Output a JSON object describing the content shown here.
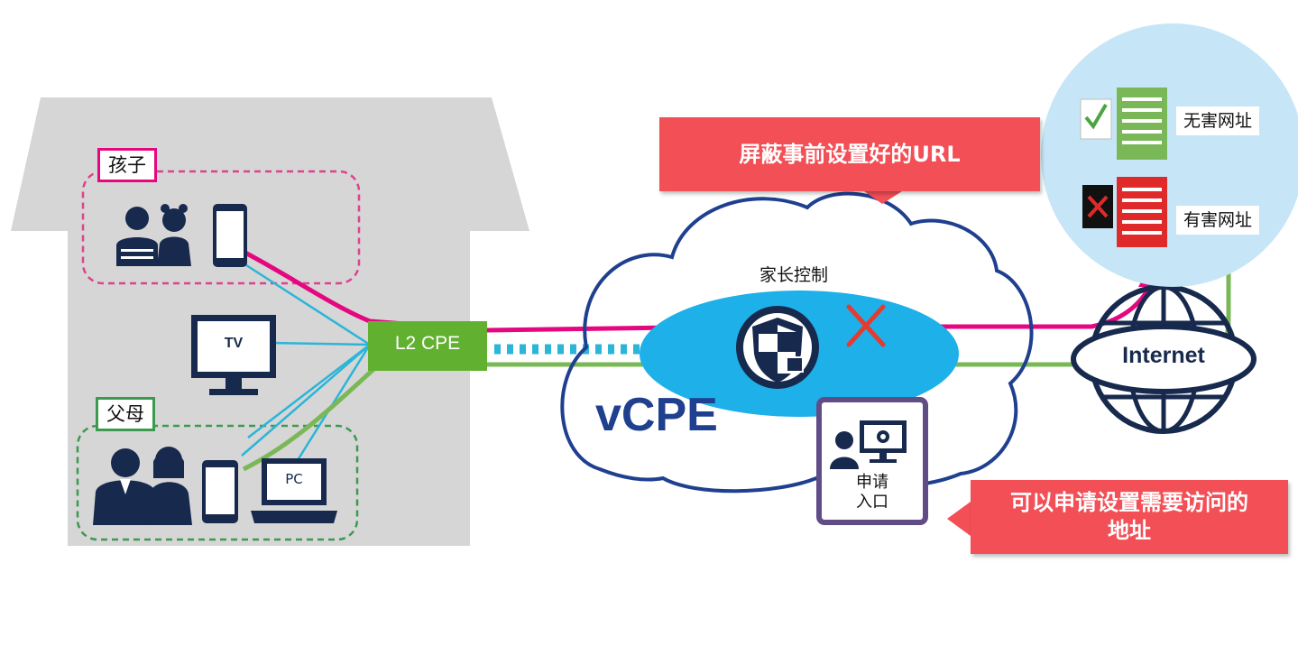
{
  "colors": {
    "house": "#d6d6d6",
    "child_line": "#e5077f",
    "parent_line": "#7ab857",
    "device_line": "#2bb5d8",
    "cpe_box": "#62b030",
    "cloud_outline": "#1f3f8f",
    "control_ellipse": "#1eb0e9",
    "callout": "#f24f56",
    "internet_bubble": "#c6e6f7",
    "dark_icon": "#17294d",
    "portal_frame": "#604c86"
  },
  "groups": {
    "child": {
      "label": "孩子"
    },
    "parent": {
      "label": "父母"
    }
  },
  "devices": {
    "tv": "TV",
    "pc": "PC"
  },
  "cpe": {
    "label": "L2 CPE"
  },
  "cloud": {
    "name": "vCPE",
    "parental_control": "家长控制",
    "portal_label": "申请\n入口"
  },
  "callouts": {
    "block": "屏蔽事前设置好的URL",
    "request": "可以申请设置需要访问的\n地址"
  },
  "internet": {
    "label": "Internet"
  },
  "sites": {
    "safe": "无害网址",
    "harmful": "有害网址"
  }
}
